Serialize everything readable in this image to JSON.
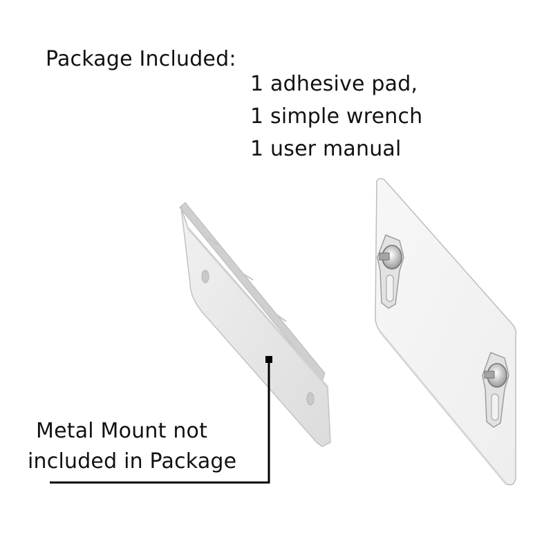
{
  "package": {
    "heading": "Package Included:",
    "items": [
      "1 adhesive pad,",
      "1 simple wrench",
      "1 user manual"
    ]
  },
  "callout": {
    "lines": [
      "Metal Mount not",
      "included in Package"
    ],
    "line_color": "#000000"
  },
  "illustration": {
    "left_object": "metal-mount",
    "right_object": "adhesive-pad-with-screws",
    "colors": {
      "metal": "#e8e8e8",
      "pad": "#f4f4f4",
      "edge": "#bdbdbd"
    }
  }
}
